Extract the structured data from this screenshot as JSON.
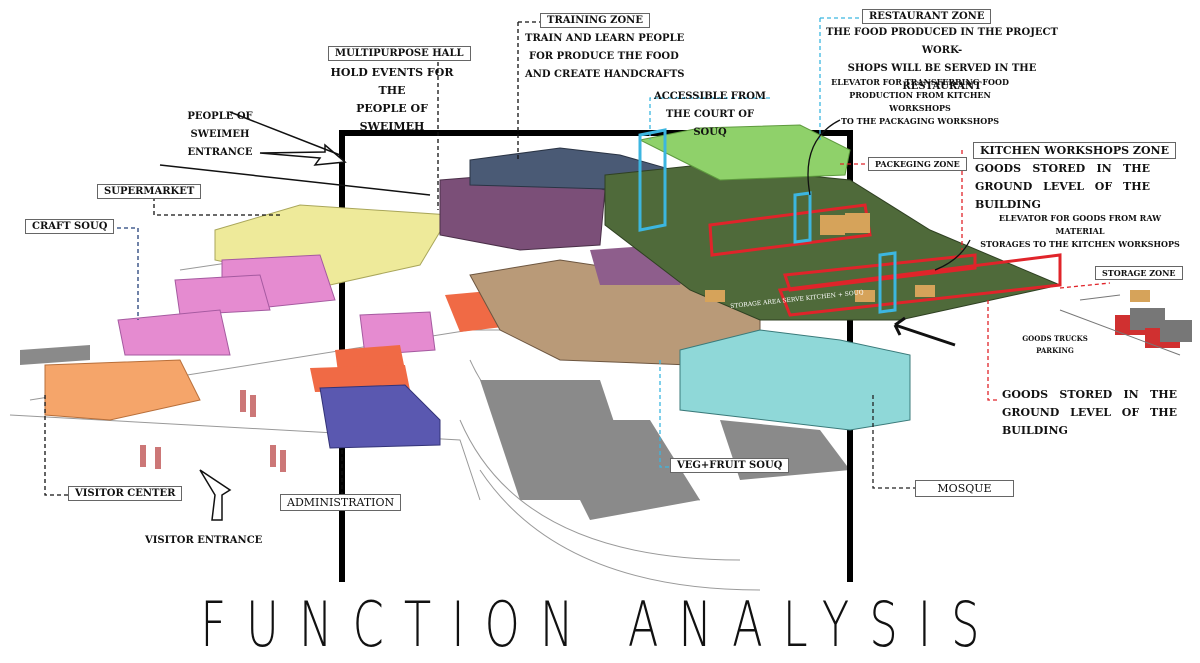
{
  "title": "FUNCTION ANALYSIS",
  "zones": {
    "training": {
      "label": "TRAINING ZONE",
      "desc": [
        "TRAIN AND LEARN PEOPLE",
        "FOR PRODUCE THE FOOD",
        "AND CREATE HANDCRAFTS"
      ]
    },
    "multipurpose": {
      "label": "MULTIPURPOSE HALL",
      "desc": [
        "HOLD EVENTS FOR THE",
        "PEOPLE OF SWEIMEH"
      ]
    },
    "restaurant": {
      "label": "RESTAURANT ZONE",
      "desc": [
        "THE FOOD PRODUCED IN THE PROJECT WORK-",
        "SHOPS WILL BE SERVED IN THE RESTAURANT"
      ]
    },
    "accessible": [
      "ACCESSIBLE FROM",
      "THE COURT OF SOUQ"
    ],
    "elevator_food": [
      "ELEVATOR FOR TRANSFERRING FOOD",
      "PRODUCTION FROM KITCHEN WORKSHOPS",
      "TO THE PACKAGING WORKSHOPS"
    ],
    "packaging": {
      "label": "PACKEGING ZONE"
    },
    "kitchen": {
      "label": "KITCHEN WORKSHOPS ZONE",
      "desc": "GOODS STORED IN THE GROUND LEVEL OF THE BUILDING"
    },
    "elevator_goods": [
      "ELEVATOR FOR GOODS FROM RAW MATERIAL",
      "STORAGES TO THE KITCHEN WORKSHOPS"
    ],
    "storage": {
      "label": "STORAGE ZONE",
      "desc": "GOODS STORED IN THE GROUND LEVEL OF THE BUILDING"
    },
    "trucks": [
      "GOODS TRUCKS",
      "PARKING"
    ],
    "storage_area": "STORAGE AREA  SERVE KITCHEN + SOUQ",
    "people_entrance": [
      "PEOPLE OF SWEIMEH",
      "ENTRANCE"
    ],
    "supermarket": {
      "label": "SUPERMARKET"
    },
    "craft_souq": {
      "label": "CRAFT SOUQ"
    },
    "visitor_center": {
      "label": "VISITOR CENTER"
    },
    "visitor_entrance": "VISITOR ENTRANCE",
    "administration": {
      "label": "ADMINISTRATION"
    },
    "veg_fruit_souq": {
      "label": "VEG+FRUIT SOUQ"
    },
    "mosque": {
      "label": "MOSQUE"
    }
  },
  "colors": {
    "restaurant": "#8fd16a",
    "kitchen": "#4f6a3a",
    "training": "#4a5a75",
    "multipurpose": "#7b4f78",
    "supermarket": "#eeea9a",
    "craft": "#e58bd0",
    "visitor": "#f5a56a",
    "admin": "#5a58b0",
    "orange_red": "#f06a45",
    "souq": "#b99a78",
    "mosque": "#8fd8d8",
    "red_line": "#e0242a",
    "blue_line": "#3cb6e0"
  }
}
